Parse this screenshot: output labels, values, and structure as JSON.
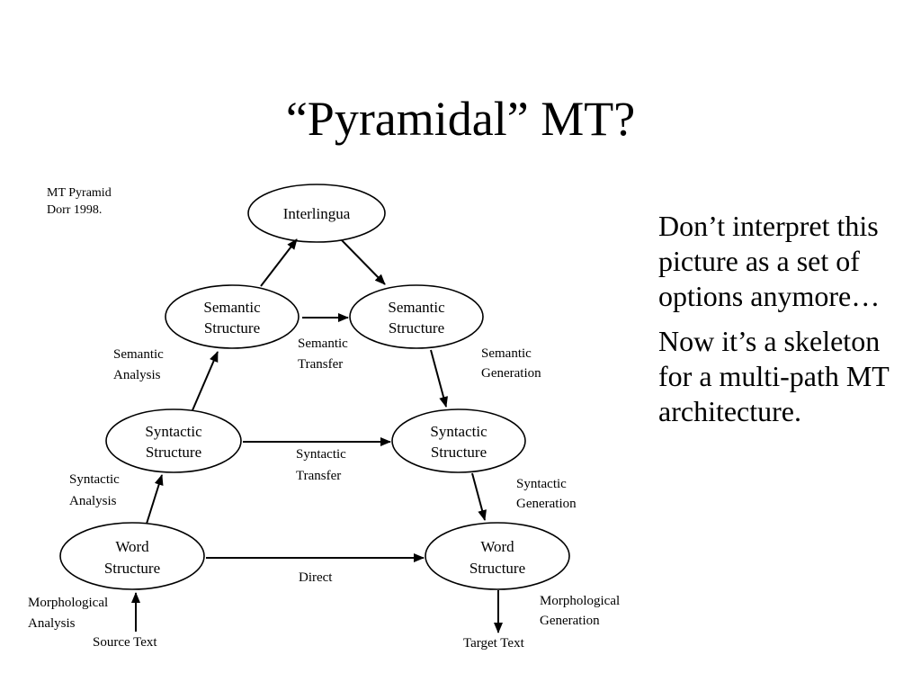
{
  "slide": {
    "title": "“Pyramidal” MT?",
    "caption_lines": [
      "MT Pyramid",
      "Dorr 1998."
    ]
  },
  "diagram": {
    "nodes": {
      "interlingua": [
        "Interlingua"
      ],
      "semantic_src": [
        "Semantic",
        "Structure"
      ],
      "semantic_tgt": [
        "Semantic",
        "Structure"
      ],
      "syntactic_src": [
        "Syntactic",
        "Structure"
      ],
      "syntactic_tgt": [
        "Syntactic",
        "Structure"
      ],
      "word_src": [
        "Word",
        "Structure"
      ],
      "word_tgt": [
        "Word",
        "Structure"
      ]
    },
    "edge_labels": {
      "semantic_analysis": [
        "Semantic",
        "Analysis"
      ],
      "semantic_transfer": [
        "Semantic",
        "Transfer"
      ],
      "semantic_generation": [
        "Semantic",
        "Generation"
      ],
      "syntactic_analysis": [
        "Syntactic",
        "Analysis"
      ],
      "syntactic_transfer": [
        "Syntactic",
        "Transfer"
      ],
      "syntactic_generation": [
        "Syntactic",
        "Generation"
      ],
      "direct": [
        "Direct"
      ],
      "morphological_analysis": [
        "Morphological",
        "Analysis"
      ],
      "morphological_generation": [
        "Morphological",
        "Generation"
      ]
    },
    "io_labels": {
      "source": "Source Text",
      "target": "Target Text"
    }
  },
  "bullets": [
    "Don’t interpret this picture as a set of options anymore…",
    "Now it’s a skeleton for a multi-path MT architecture."
  ]
}
